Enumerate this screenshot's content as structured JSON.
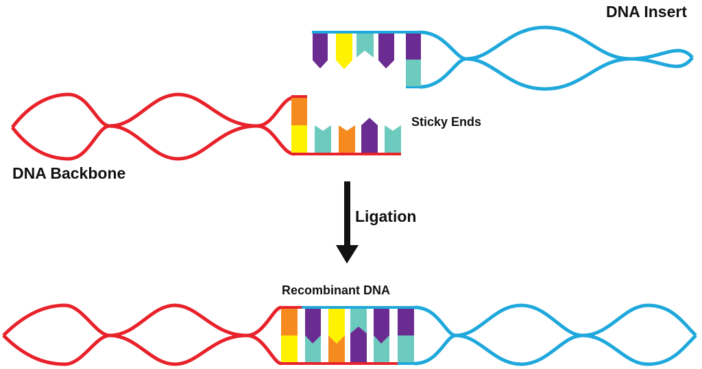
{
  "labels": {
    "dna_insert": "DNA Insert",
    "sticky_ends": "Sticky Ends",
    "dna_backbone": "DNA Backbone",
    "ligation": "Ligation",
    "recombinant_dna": "Recombinant DNA"
  },
  "colors": {
    "backbone_strand": "#e8222a",
    "insert_strand": "#1fa8dc",
    "arrow": "#111111",
    "base_orange": "#f58a1f",
    "base_yellow": "#fff200",
    "base_teal": "#6ccabe",
    "base_purple": "#6a2c91"
  },
  "bases": {
    "insert_overhang": [
      "purple",
      "yellow",
      "teal",
      "purple",
      "purple"
    ],
    "backbone_overhang": [
      "teal",
      "orange",
      "purple",
      "teal"
    ],
    "backbone_paired_top": "orange",
    "backbone_paired_bottom": "yellow",
    "insert_paired_bottom": "teal",
    "recombinant_top": [
      "orange",
      "purple",
      "yellow",
      "teal",
      "purple",
      "purple"
    ],
    "recombinant_bottom": [
      "yellow",
      "teal",
      "orange",
      "purple",
      "teal",
      "teal"
    ]
  }
}
